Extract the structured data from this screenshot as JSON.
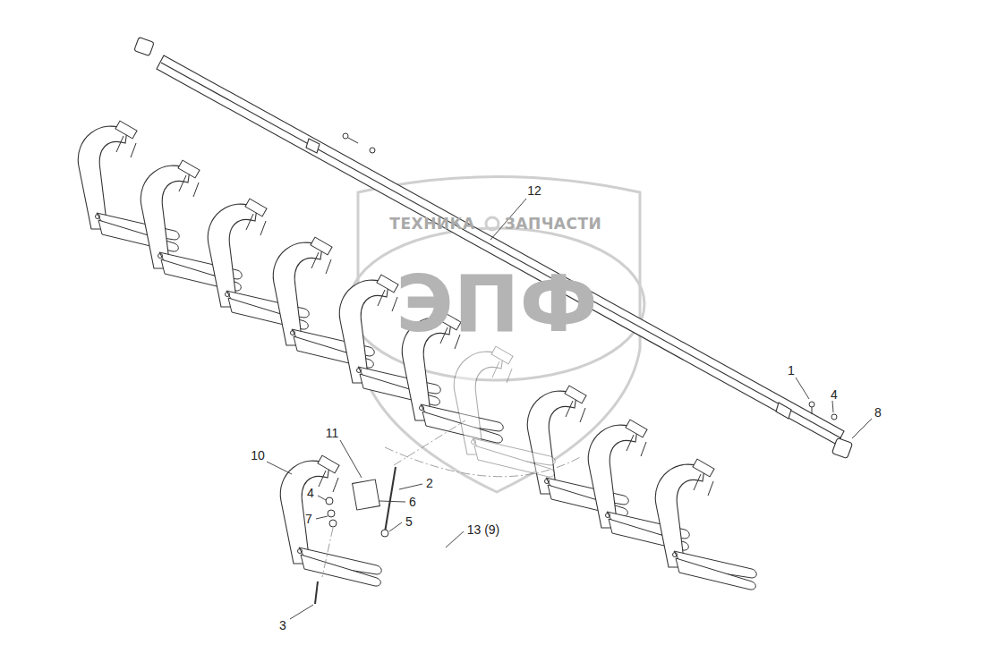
{
  "diagram": {
    "labels": [
      "12",
      "1",
      "4",
      "8",
      "11",
      "10",
      "6",
      "2",
      "4",
      "7",
      "5",
      "3",
      "13 (9)",
      "ТЕХНИКА",
      "ЗАПЧАСТИ",
      "ЭПФ"
    ]
  }
}
